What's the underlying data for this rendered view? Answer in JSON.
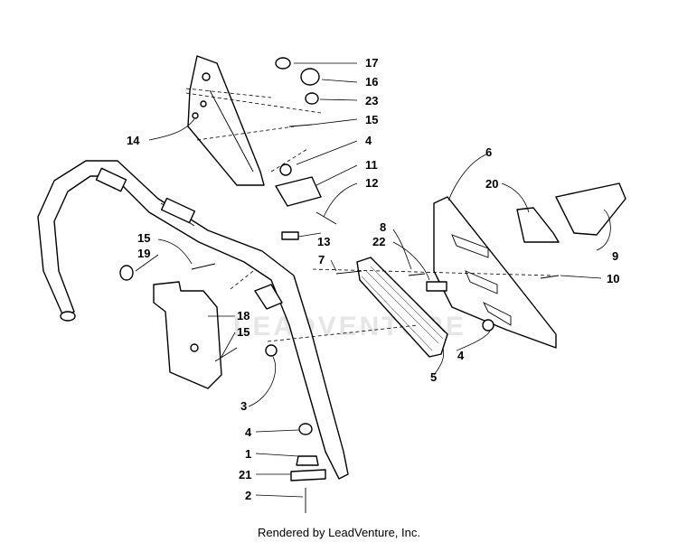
{
  "diagram": {
    "callouts": [
      "1",
      "2",
      "3",
      "4",
      "4",
      "4",
      "5",
      "6",
      "7",
      "8",
      "9",
      "10",
      "11",
      "12",
      "13",
      "14",
      "15",
      "15",
      "15",
      "16",
      "17",
      "18",
      "19",
      "20",
      "21",
      "22",
      "23"
    ]
  },
  "watermark": "LEADVENTURE",
  "footer": "Rendered by LeadVenture, Inc."
}
